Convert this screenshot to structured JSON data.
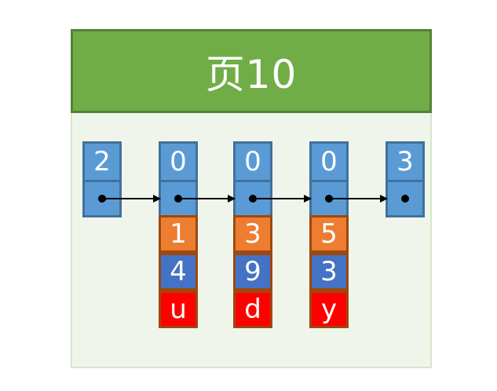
{
  "colors": {
    "header_fill": "#70ad47",
    "header_border": "#548235",
    "body_fill": "#f0f5ec",
    "blue": "#5b9bd5",
    "blue_border": "#41719c",
    "orange": "#ed7d31",
    "dark_blue": "#4472c4",
    "red": "#ff0000",
    "brown_border": "#9e480e"
  },
  "page": {
    "title": "页10"
  },
  "slots": [
    {
      "label": "2",
      "rows": []
    },
    {
      "label": "0",
      "rows": [
        "1",
        "4",
        "u"
      ]
    },
    {
      "label": "0",
      "rows": [
        "3",
        "9",
        "d"
      ]
    },
    {
      "label": "0",
      "rows": [
        "5",
        "3",
        "y"
      ]
    },
    {
      "label": "3",
      "rows": []
    }
  ]
}
